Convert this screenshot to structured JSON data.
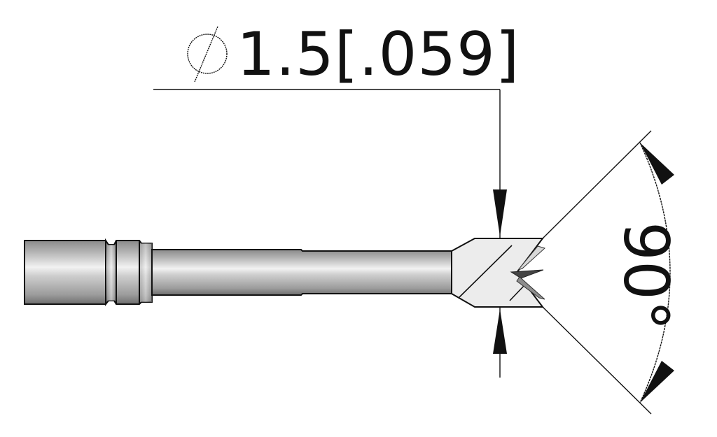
{
  "drawing": {
    "title": "Tool tip dimension drawing",
    "diameter_dimension": {
      "symbol": "diameter-symbol",
      "value_mm": "1.5",
      "value_in": "[.059]",
      "label": "1.5[.059]"
    },
    "angle_dimension": {
      "value": "90°"
    },
    "parts": [
      {
        "name": "handle-body"
      },
      {
        "name": "groove-ring"
      },
      {
        "name": "shaft"
      },
      {
        "name": "cutting-tip"
      }
    ],
    "colors": {
      "line": "#111111",
      "metal_light": "#efefef",
      "metal_mid": "#bdbdbd",
      "metal_dark": "#7a7a7a",
      "tip_face": "#ececec",
      "background": "#ffffff"
    }
  }
}
